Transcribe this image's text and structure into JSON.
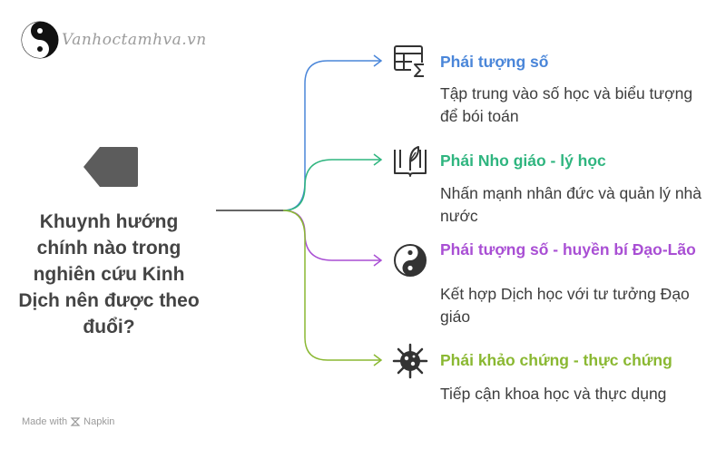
{
  "logo": {
    "text": "Vanhoctamhva.vn"
  },
  "central": {
    "question": "Khuynh hướng chính nào trong nghiên cứu Kinh Dịch nên được theo đuổi?"
  },
  "branches": [
    {
      "title": "Phái tượng số",
      "description": "Tập trung vào số học và biểu tượng để bói toán",
      "color": "#4a86d9",
      "icon": "calculator-icon"
    },
    {
      "title": "Phái Nho giáo - lý học",
      "description": "Nhấn mạnh nhân đức và quản lý nhà nước",
      "color": "#2fb57f",
      "icon": "open-book-icon"
    },
    {
      "title": "Phái tượng số - huyền bí Đạo-Lão",
      "description": "Kết hợp Dịch học với tư tưởng Đạo giáo",
      "color": "#a94fd4",
      "icon": "yin-yang-icon"
    },
    {
      "title": "Phái khảo chứng - thực chứng",
      "description": "Tiếp cận khoa học và thực dụng",
      "color": "#8ab832",
      "icon": "bacteria-icon"
    }
  ],
  "footer": {
    "made_with": "Made with",
    "brand": "Napkin"
  }
}
